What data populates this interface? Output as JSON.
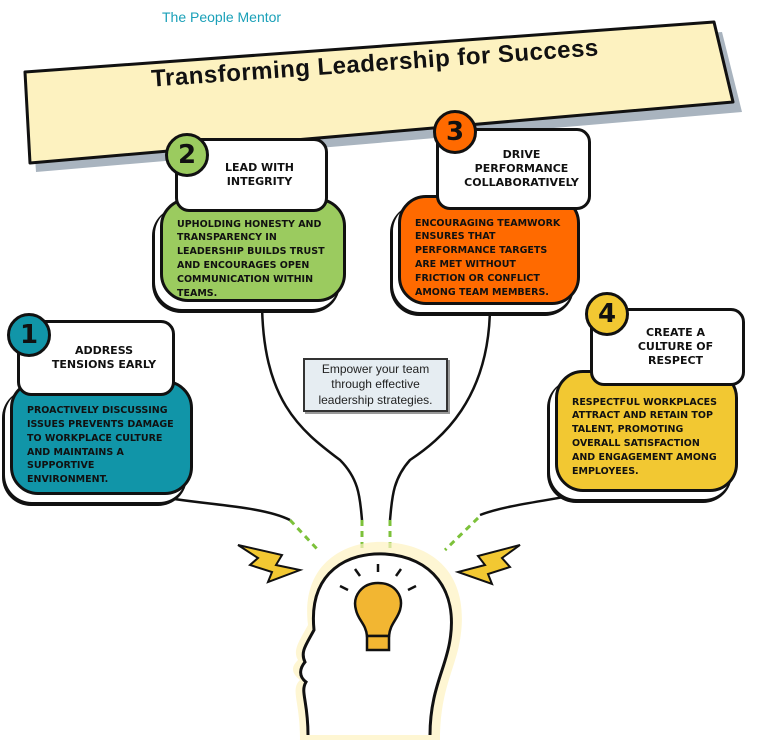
{
  "brand": "The People Mentor",
  "title": "Transforming Leadership for Success",
  "center_message": "Empower your team through effective leadership strategies.",
  "steps": [
    {
      "number": "1",
      "heading": "Address tensions early",
      "text": "Proactively discussing issues prevents damage to workplace culture and maintains a supportive environment.",
      "color": "#1195a8"
    },
    {
      "number": "2",
      "heading": "Lead with integrity",
      "text": "Upholding honesty and transparency in leadership builds trust and encourages open communication within teams.",
      "color": "#9bcb5f"
    },
    {
      "number": "3",
      "heading": "Drive performance collaboratively",
      "text": "Encouraging teamwork ensures that performance targets are met without friction or conflict among team members.",
      "color": "#ff6a00"
    },
    {
      "number": "4",
      "heading": "Create a culture of respect",
      "text": "Respectful workplaces attract and retain top talent, promoting overall satisfaction and engagement among employees.",
      "color": "#f2c832"
    }
  ]
}
